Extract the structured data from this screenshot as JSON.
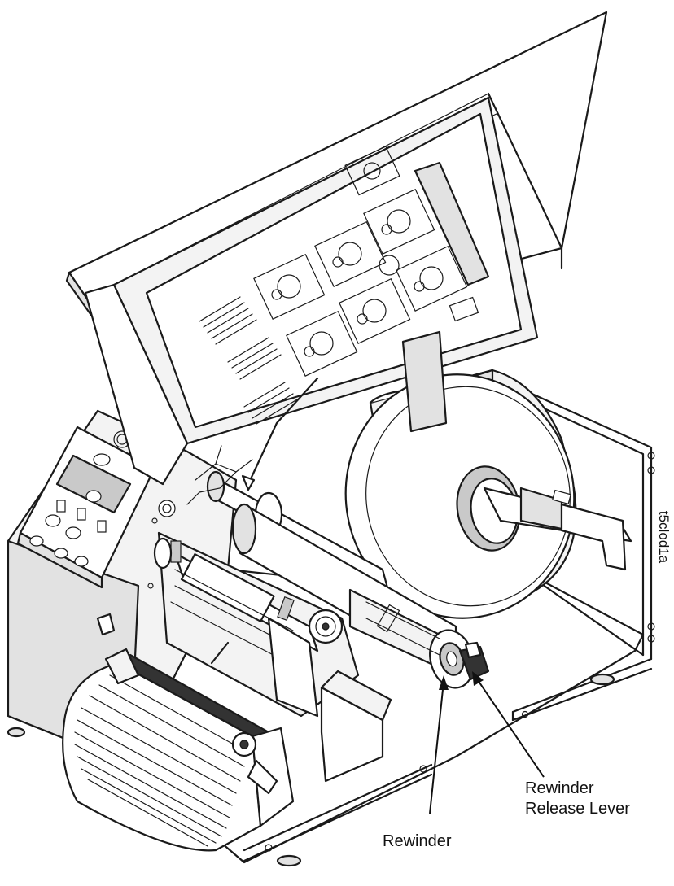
{
  "diagram": {
    "labels": {
      "rewinder": "Rewinder",
      "rewinder_release_lever_line1": "Rewinder",
      "rewinder_release_lever_line2": "Release Lever",
      "figure_id": "t5clod1a"
    },
    "colors": {
      "line": "#1a1a1a",
      "fill_light": "#f3f3f3",
      "fill_mid": "#e2e2e2",
      "fill_dark": "#c9c9c9"
    }
  }
}
